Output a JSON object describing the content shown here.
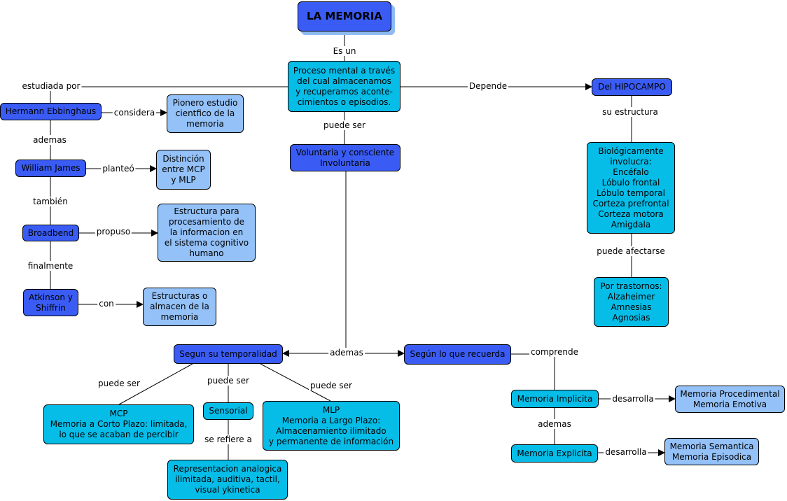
{
  "nodes": {
    "memoria": "LA MEMORIA",
    "proceso": "Proceso mental a través\ndel cual almacenamos\ny recuperamos aconte-\ncimientos o episodios.",
    "hipocampo": "Del HIPOCAMPO",
    "biologico": "Biológicamente\ninvolucra:\nEncéfalo\nLóbulo frontal\nLóbulo temporal\nCorteza prefrontal\nCorteza motora\nAmigdala",
    "trastornos": "Por trastornos:\nAlzaheimer\nAmnesias\nAgnosias",
    "voluntaria": "Voluntaria y consciente\nInvoluntaria",
    "ebbinghaus": "Hermann Ebbinghaus",
    "pionero": "Pionero estudio\ncientfico de la\nmemoria",
    "james": "William James",
    "distincion": "Distinción\nentre MCP\ny MLP",
    "broadbend": "Broadbend",
    "estructura": "Estructura para\nprocesamiento de\nla informacion en\nel sistema cognitivo\nhumano",
    "atkinson": "Atkinson y\nShiffrin",
    "estructuras": "Estructuras o\nalmacen de la\nmemoria",
    "temporalidad": "Segun su temporalidad",
    "recuerda": "Según lo que recuerda",
    "mcp": "MCP\nMemoria a Corto Plazo: limitada,\nlo que se acaban de percibir",
    "sensorial": "Sensorial",
    "mlp": "MLP\nMemoria a Largo Plazo:\nAlmacenamiento ilimitado\ny permanente de información",
    "representacion": "Representacion analogica\nilimitada, auditiva, tactil,\nvisual ykinetica",
    "implicita": "Memoria Implicita",
    "procedimental": "Memoria Procedimental\nMemoria Emotiva",
    "explicita": "Memoria Explicita",
    "semantica": "Memoria Semantica\nMemoria Episodica"
  },
  "links": {
    "es_un": "Es un",
    "estudiada_por": "estudiada por",
    "depende": "Depende",
    "su_estructura": "su estructura",
    "puede_afectarse": "puede afectarse",
    "puede_ser_top": "puede ser",
    "considera": "considera",
    "ademas_1": "ademas",
    "planteo": "planteó",
    "tambien": "también",
    "propuso": "propuso",
    "finalmente": "finalmente",
    "con": "con",
    "ademas_center": "ademas",
    "comprende": "comprende",
    "puede_ser_mcp": "puede ser",
    "puede_ser_sens": "puede ser",
    "puede_ser_mlp": "puede ser",
    "se_refiere_a": "se refiere a",
    "desarrolla_1": "desarrolla",
    "ademas_2": "ademas",
    "desarrolla_2": "desarrolla"
  }
}
